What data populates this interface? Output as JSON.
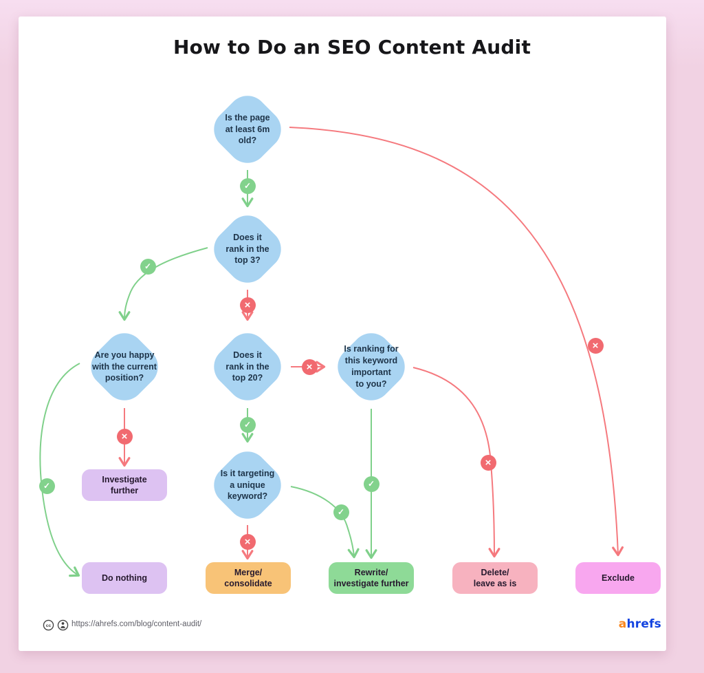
{
  "title": "How to Do an SEO Content Audit",
  "glyphs": {
    "check": "✓",
    "cross": "×"
  },
  "decisions": {
    "page_age": {
      "label": "Is the page\nat least 6m\nold?"
    },
    "rank_top3": {
      "label": "Does it\nrank in the\ntop 3?"
    },
    "happy_position": {
      "label": "Are you happy\nwith the current\nposition?"
    },
    "rank_top20": {
      "label": "Does it\nrank in the\ntop 20?"
    },
    "keyword_important": {
      "label": "Is ranking for\nthis keyword\nimportant\nto you?"
    },
    "unique_keyword": {
      "label": "Is it targeting\na unique\nkeyword?"
    }
  },
  "outcomes": {
    "investigate_further": {
      "label": "Investigate\nfurther",
      "color": "#ddc2f2"
    },
    "do_nothing": {
      "label": "Do nothing",
      "color": "#ddc2f2"
    },
    "merge_consolidate": {
      "label": "Merge/\nconsolidate",
      "color": "#f8c377"
    },
    "rewrite": {
      "label": "Rewrite/\ninvestigate further",
      "color": "#8eda97"
    },
    "delete_leave": {
      "label": "Delete/\nleave as is",
      "color": "#f7b2bf"
    },
    "exclude": {
      "label": "Exclude",
      "color": "#f8a7ef"
    }
  },
  "edges": [
    {
      "from": "page_age",
      "to": "rank_top3",
      "answer": "yes"
    },
    {
      "from": "page_age",
      "to": "exclude",
      "answer": "no"
    },
    {
      "from": "rank_top3",
      "to": "happy_position",
      "answer": "yes"
    },
    {
      "from": "rank_top3",
      "to": "rank_top20",
      "answer": "no"
    },
    {
      "from": "happy_position",
      "to": "do_nothing",
      "answer": "yes"
    },
    {
      "from": "happy_position",
      "to": "investigate_further",
      "answer": "no"
    },
    {
      "from": "rank_top20",
      "to": "unique_keyword",
      "answer": "yes"
    },
    {
      "from": "rank_top20",
      "to": "keyword_important",
      "answer": "no"
    },
    {
      "from": "keyword_important",
      "to": "rewrite",
      "answer": "yes"
    },
    {
      "from": "keyword_important",
      "to": "delete_leave",
      "answer": "no"
    },
    {
      "from": "unique_keyword",
      "to": "rewrite",
      "answer": "yes"
    },
    {
      "from": "unique_keyword",
      "to": "merge_consolidate",
      "answer": "no"
    }
  ],
  "footer": {
    "url": "https://ahrefs.com/blog/content-audit/",
    "license": "CC BY",
    "cc_text": "cc",
    "logo_a": "a",
    "logo_rest": "hrefs"
  },
  "colors": {
    "bg": "#f1d2e3",
    "card": "#ffffff",
    "diamond": "#a9d4f2",
    "green": "#7fd08a",
    "red": "#f5797e",
    "box_purple": "#ddc2f2",
    "box_orange": "#f8c377",
    "box_green": "#8eda97",
    "box_pink": "#f7b2bf",
    "box_magenta": "#f8a7ef",
    "logo_orange": "#f9871e",
    "logo_blue": "#1243e0"
  }
}
